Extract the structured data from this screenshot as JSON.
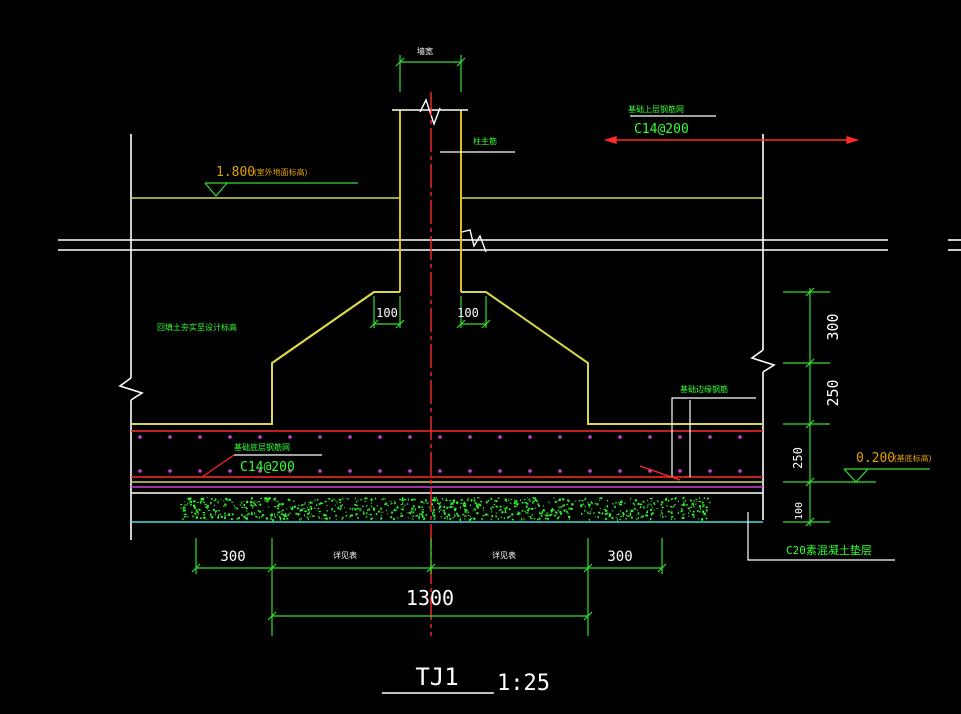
{
  "colors": {
    "background": "#000000",
    "outline_white": "#ffffff",
    "concrete_yellow": "#d8d84a",
    "rebar_red": "#ff2a2a",
    "dim_green": "#33dd33",
    "label_green": "#33ff33",
    "elev_orange": "#e0a000",
    "cushion_cyan": "#44dddd",
    "stirrup_magenta": "#d040d0",
    "column_gold": "#d8c020"
  },
  "labels": {
    "column_top_note": "墙宽",
    "column_side_note": "柱主筋",
    "top_rebar_note": "基础上层钢筋网",
    "top_rebar_spec": "C14@200",
    "elev_top_value": "1.800",
    "elev_top_note": "(室外地面标高)",
    "backfill_note": "回填土夯实至设计标高",
    "bottom_rebar_note": "基础底层钢筋网",
    "bottom_rebar_spec": "C14@200",
    "side_rebar_note": "基础边缘钢筋",
    "elev_bottom_value": "0.200",
    "elev_bottom_note": "(基底标高)",
    "cushion_note": "C20素混凝土垫层",
    "dim_offset_left": "100",
    "dim_offset_right": "100",
    "dim_300_right_side": "300",
    "dim_250_right_side": "250",
    "dim_250_slab": "250",
    "dim_100_cushion": "100",
    "dim_300_bottom_left": "300",
    "dim_half_left": "详见表",
    "dim_half_right": "详见表",
    "dim_300_bottom_right": "300",
    "dim_total": "1300",
    "title": "TJ1",
    "scale": "1:25"
  }
}
